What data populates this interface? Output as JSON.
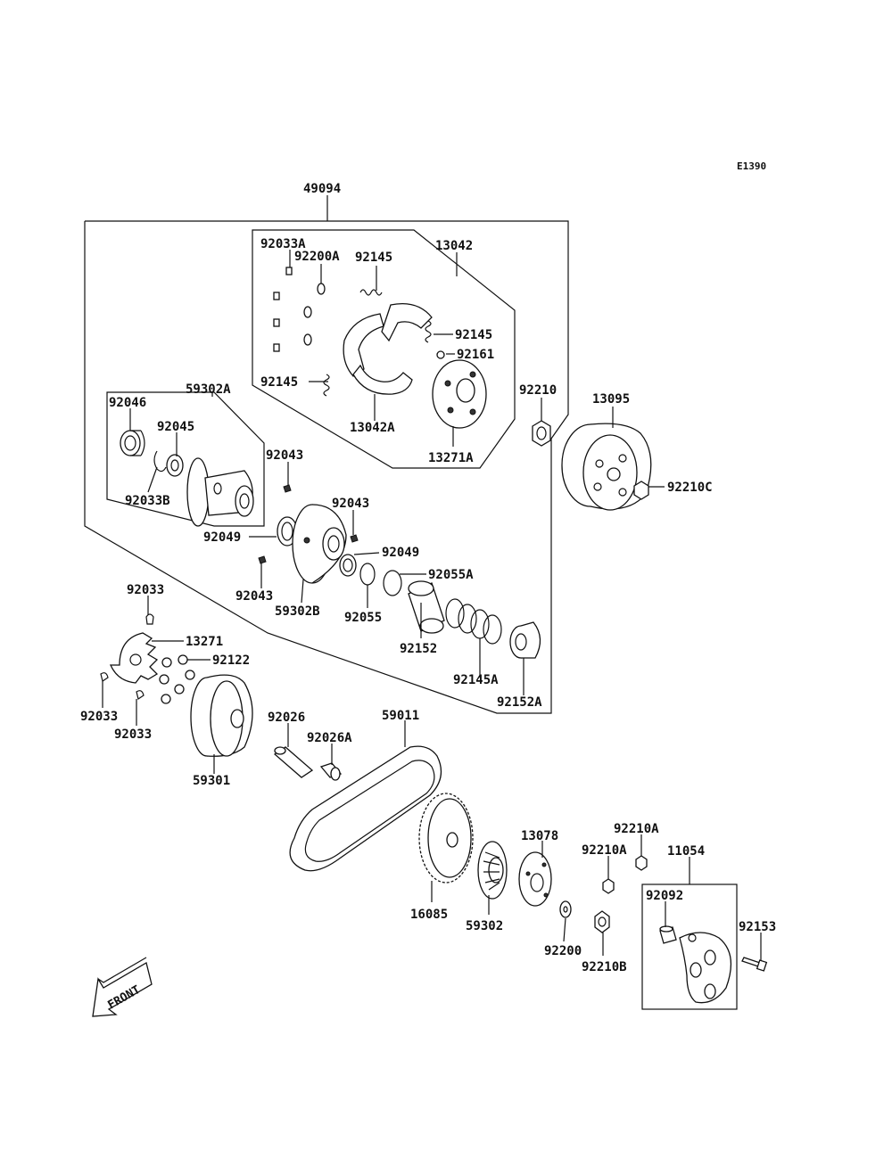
{
  "diagram_code": "E1390",
  "front_label": "FRONT",
  "parts": {
    "p49094": "49094",
    "p92033A": "92033A",
    "p92200A": "92200A",
    "p92145_top": "92145",
    "p13042": "13042",
    "p92145_right": "92145",
    "p92161": "92161",
    "p92145_left": "92145",
    "p13042A": "13042A",
    "p13271A": "13271A",
    "p92210": "92210",
    "p13095": "13095",
    "p92210C": "92210C",
    "p92046": "92046",
    "p59302A": "59302A",
    "p92045": "92045",
    "p92033B": "92033B",
    "p92043_a": "92043",
    "p92043_b": "92043",
    "p92049_a": "92049",
    "p92049_b": "92049",
    "p92043_c": "92043",
    "p59302B": "59302B",
    "p92055A": "92055A",
    "p92055": "92055",
    "p92152": "92152",
    "p92145A": "92145A",
    "p92152A": "92152A",
    "p92033_top": "92033",
    "p13271": "13271",
    "p92122": "92122",
    "p92033_left": "92033",
    "p92033_bottom": "92033",
    "p92026": "92026",
    "p92026A": "92026A",
    "p59011": "59011",
    "p59301": "59301",
    "p13078": "13078",
    "p92210A_a": "92210A",
    "p92210A_b": "92210A",
    "p11054": "11054",
    "p92092": "92092",
    "p92153": "92153",
    "p16085": "16085",
    "p59302": "59302",
    "p92200": "92200",
    "p92210B": "92210B"
  }
}
